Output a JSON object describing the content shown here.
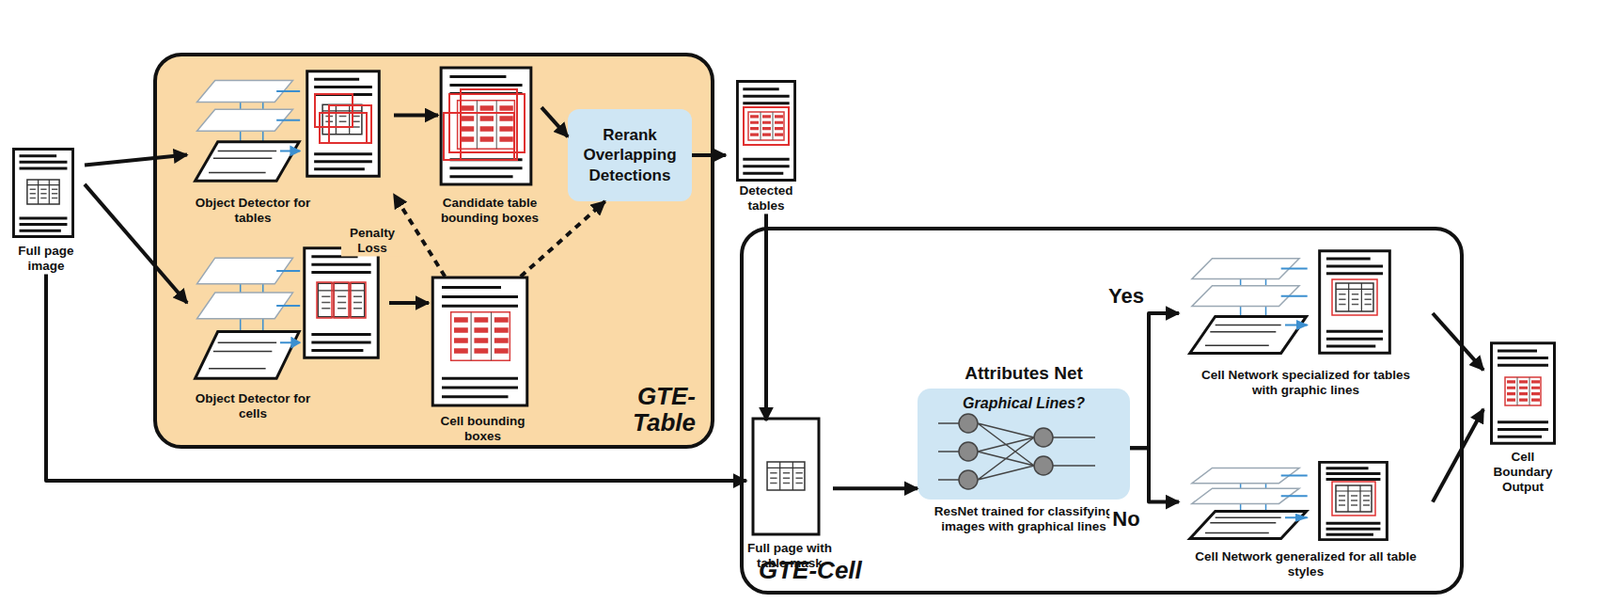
{
  "diagram": {
    "nodes": [
      {
        "text": [
          "Full page image"
        ]
      },
      {
        "text": [
          "GTE-Table"
        ]
      },
      {
        "text": [
          "Object Detector for tables"
        ],
        "in": 1
      },
      {
        "text": [
          "Candidate table bounding boxes"
        ],
        "in": 1
      },
      {
        "text": [
          "Rerank Overlapping Detections"
        ],
        "in": 1
      },
      {
        "text": [
          "Object Detector for cells"
        ],
        "in": 1
      },
      {
        "text": [
          "Cell bounding boxes"
        ],
        "in": 1
      },
      {
        "text": [
          "Detected tables"
        ]
      },
      {
        "text": [
          "GTE-Cell"
        ]
      },
      {
        "text": [
          "Full page with table mask"
        ],
        "in": 8
      },
      {
        "text": [
          "Attributes Net",
          "Graphical Lines?",
          "ResNet trained for classifying images with graphical lines"
        ],
        "in": 8
      },
      {
        "text": [
          "Cell Network specialized for tables with graphic lines"
        ],
        "in": 8
      },
      {
        "text": [
          "Cell Network generalized for all table styles"
        ],
        "in": 8
      },
      {
        "text": [
          "Cell Boundary Output"
        ]
      }
    ],
    "edges": [
      {
        "from": 0,
        "to": 2,
        "arrow": "to"
      },
      {
        "from": 0,
        "to": 5,
        "arrow": "to"
      },
      {
        "from": 2,
        "to": 3,
        "arrow": "to"
      },
      {
        "from": 3,
        "to": 4,
        "arrow": "to"
      },
      {
        "from": 5,
        "to": 6,
        "arrow": "to"
      },
      {
        "from": 6,
        "to": 2,
        "label": "Penalty Loss",
        "arrow": "to"
      },
      {
        "from": 6,
        "to": 4,
        "arrow": "to"
      },
      {
        "from": 4,
        "to": 7,
        "arrow": "to"
      },
      {
        "from": 7,
        "to": 9,
        "arrow": "to"
      },
      {
        "from": 0,
        "to": 9,
        "arrow": "to"
      },
      {
        "from": 9,
        "to": 10,
        "arrow": "to"
      },
      {
        "from": 10,
        "to": 11,
        "label": "Yes",
        "arrow": "to"
      },
      {
        "from": 10,
        "to": 12,
        "label": "No",
        "arrow": "to"
      },
      {
        "from": 11,
        "to": 13,
        "arrow": "to"
      },
      {
        "from": 12,
        "to": 13,
        "arrow": "to"
      }
    ]
  }
}
